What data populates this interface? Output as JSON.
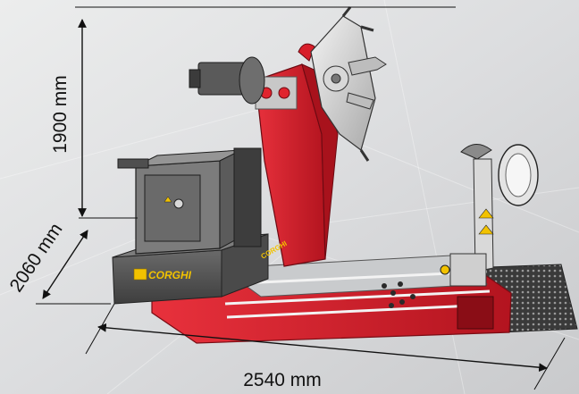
{
  "dimensions": {
    "height": "1900 mm",
    "depth": "2060 mm",
    "width": "2540 mm"
  },
  "brand": {
    "logo_text": "CORGHI",
    "primary_color": "#d81e2a",
    "frame_color": "#5a5a5a",
    "logo_color": "#f2c200"
  },
  "background": {
    "base_color": "#d9dadc"
  }
}
